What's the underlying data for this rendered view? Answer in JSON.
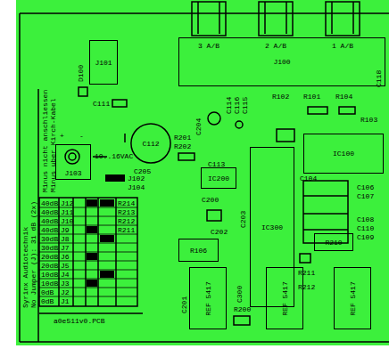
{
  "diagram": {
    "nodes": [
      {
        "text": [
          "J100"
        ]
      },
      {
        "text": [
          "J101"
        ]
      },
      {
        "text": [
          "C112"
        ]
      },
      {
        "text": [
          "J103"
        ]
      },
      {
        "text": [
          "IC200"
        ]
      },
      {
        "text": [
          "IC100"
        ]
      },
      {
        "text": [
          "IC300"
        ]
      },
      {
        "text": [
          "R106"
        ]
      },
      {
        "text": [
          "R210"
        ]
      },
      {
        "text": [
          "REF 5417"
        ]
      },
      {
        "text": [
          "REF 5417"
        ]
      },
      {
        "text": [
          "REF 5417"
        ]
      }
    ],
    "labels": [
      "3 A/B",
      "2 A/B",
      "1 A/B",
      "D100",
      "C111",
      "C114",
      "C116",
      "C115",
      "C204",
      "R102",
      "R101",
      "R104",
      "R103",
      "C118",
      "R201",
      "R202",
      "C205",
      "C113",
      "C106",
      "C107",
      "C108",
      "C110",
      "C109",
      "C104",
      "C200",
      "C202",
      "C203",
      "C201",
      "C300",
      "R200",
      "R211",
      "R212",
      "+",
      "-",
      "10..16VAC",
      "J102",
      "J104",
      "Minus nicht anschliessen",
      "Minus uber Kirch-Kabel",
      "Syrinx Audiotechnik",
      "No Jumper (J): 31 dB (2x)",
      "40dB",
      "J12",
      "40dB",
      "J11",
      "40dB",
      "J10",
      "40dB",
      "J9",
      "30dB",
      "J8",
      "30dB",
      "J7",
      "20dB",
      "J6",
      "20dB",
      "J5",
      "10dB",
      "J4",
      "10dB",
      "J3",
      "0dB",
      "J2",
      "0dB",
      "J1",
      "R214",
      "R213",
      "R212",
      "R211",
      "a0e511v0.PCB"
    ]
  }
}
